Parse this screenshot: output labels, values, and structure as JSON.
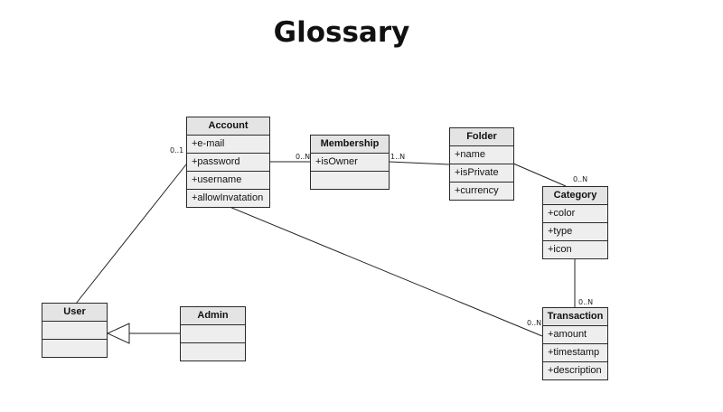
{
  "title": "Glossary",
  "classes": {
    "account": {
      "name": "Account",
      "attributes": [
        "+e-mail",
        "+password",
        "+username",
        "+allowInvatation"
      ]
    },
    "membership": {
      "name": "Membership",
      "attributes": [
        "+isOwner"
      ]
    },
    "folder": {
      "name": "Folder",
      "attributes": [
        "+name",
        "+isPrivate",
        "+currency"
      ]
    },
    "category": {
      "name": "Category",
      "attributes": [
        "+color",
        "+type",
        "+icon"
      ]
    },
    "transaction": {
      "name": "Transaction",
      "attributes": [
        "+amount",
        "+timestamp",
        "+description"
      ]
    },
    "user": {
      "name": "User",
      "attributes": []
    },
    "admin": {
      "name": "Admin",
      "attributes": []
    }
  },
  "multiplicities": {
    "account_user": "0..1",
    "account_membership": "0..N",
    "membership_folder": "1..N",
    "folder_category": "0..N",
    "category_transaction": "0..N",
    "account_transaction": "0..N"
  }
}
